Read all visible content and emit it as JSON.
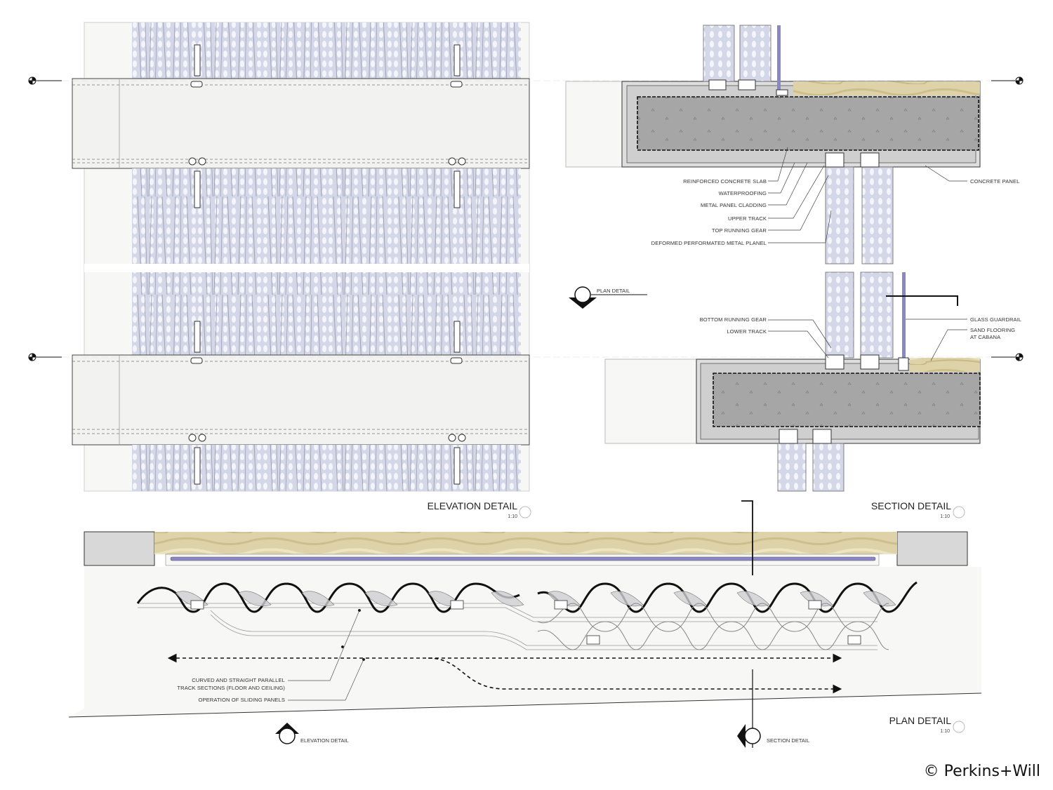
{
  "elevation_title": "ELEVATION DETAIL",
  "elevation_scale": "1:10",
  "section_title": "SECTION DETAIL",
  "section_scale": "1:10",
  "plan_title": "PLAN DETAIL",
  "plan_scale": "1:10",
  "section_labels": {
    "reinforced_slab": "REINFORCED CONCRETE SLAB",
    "waterproofing": "WATERPROOFING",
    "metal_cladding": "METAL PANEL CLADDING",
    "upper_track": "UPPER TRACK",
    "top_running_gear": "TOP RUNNING GEAR",
    "deformed_panel": "DEFORMED PERFORMATED METAL PLANEL",
    "concrete_panel": "CONCRETE PANEL",
    "bottom_running_gear": "BOTTOM RUNNING GEAR",
    "lower_track": "LOWER TRACK",
    "glass_guardrail": "GLASS GUARDRAIL",
    "sand_flooring_1": "SAND FLOORING",
    "sand_flooring_2": "AT CABANA"
  },
  "plan_labels": {
    "tracks_1": "CURVED AND STRAIGHT PARALLEL",
    "tracks_2": "TRACK SECTIONS (FLOOR AND CEILING)",
    "operation": "OPERATION OF SLIDING PANELS"
  },
  "ref_tags": {
    "plan_detail": "PLAN DETAIL",
    "elevation_detail": "ELEVATION DETAIL",
    "section_detail": "SECTION DETAIL"
  },
  "credit": "© Perkins+Will",
  "colors": {
    "concrete": "#a9a9a9",
    "slab_light": "#f1f1ef",
    "panel": "#d3d6e6",
    "glass": "#8b86c6",
    "sand": "#dccfa3",
    "line": "#222222"
  }
}
